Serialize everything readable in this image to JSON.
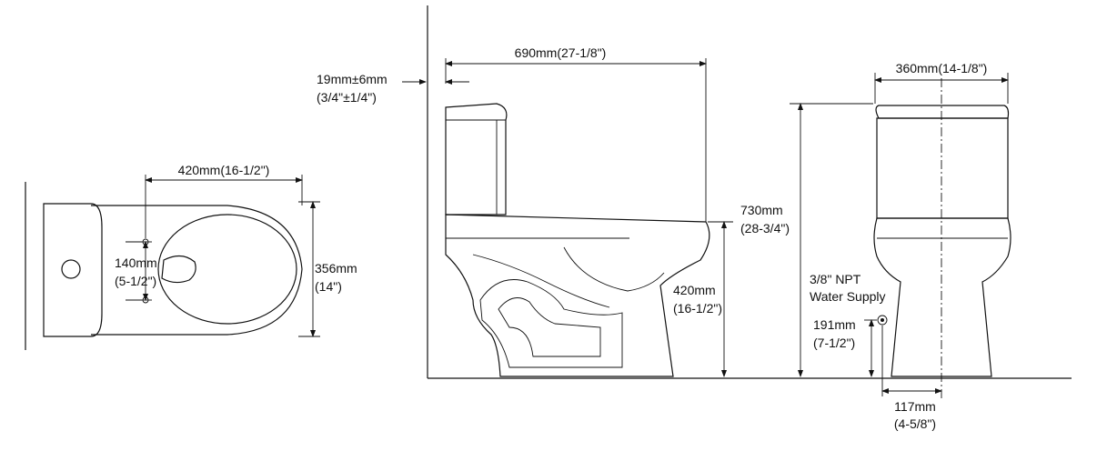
{
  "top_view": {
    "width_label": "420mm(16-1/2\")",
    "offset_label_mm": "140mm",
    "offset_label_in": "(5-1/2\")",
    "depth_label_mm": "356mm",
    "depth_label_in": "(14\")"
  },
  "side_view": {
    "length_label": "690mm(27-1/8\")",
    "wall_gap_mm": "19mm±6mm",
    "wall_gap_in": "(3/4\"±1/4\")",
    "seat_height_mm": "420mm",
    "seat_height_in": "(16-1/2\")",
    "total_height_mm": "730mm",
    "total_height_in": "(28-3/4\")"
  },
  "front_view": {
    "tank_width_label": "360mm(14-1/8\")",
    "supply_label_line1": "3/8\" NPT",
    "supply_label_line2": "Water Supply",
    "supply_height_mm": "191mm",
    "supply_height_in": "(7-1/2\")",
    "supply_offset_mm": "117mm",
    "supply_offset_in": "(4-5/8\")"
  }
}
